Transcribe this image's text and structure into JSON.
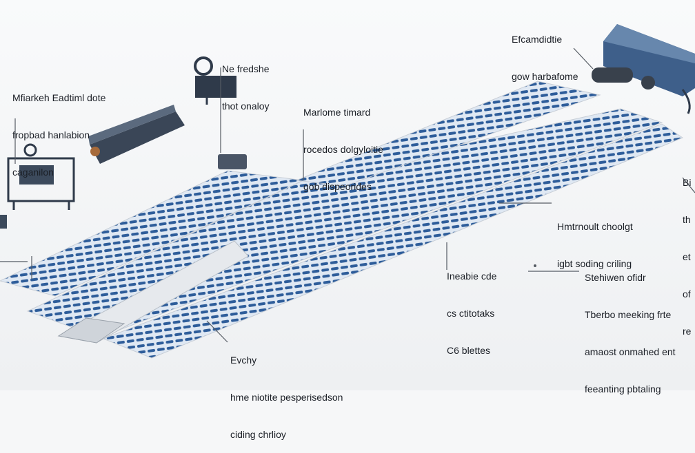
{
  "colors": {
    "background": "#f6f7f8",
    "panel_blue": "#2e5d9a",
    "panel_light": "#dfe8f3",
    "machine_dark": "#2f3a4a",
    "leader_line": "#555b63",
    "text": "#1b1f26"
  },
  "labels": {
    "top_right": [
      "Efcamdidtie",
      "gow harbafome"
    ],
    "top_center_small": [
      "Ne fredshe",
      "thot onaloy"
    ],
    "left_upper": [
      "Mfiarkeh Eadtiml dote",
      "fropbad hanlabion",
      "caganilon"
    ],
    "center_upper": [
      "Marlome timard",
      "rocedos dolgyloitie",
      "gob dispeorides"
    ],
    "right_middle": [
      "Hmtrnoult choolgt",
      "igbt soding criling"
    ],
    "center_lower": [
      "Ineabie cde",
      "cs ctitotaks",
      "C6 blettes"
    ],
    "right_lower": [
      "Stehiwen ofidr",
      "Tberbo meeking frte",
      "amaost onmahed ent",
      "feeanting pbtaling"
    ],
    "bottom_center": [
      "Evchy",
      "hme niotite pesperisedson",
      "ciding chrlioy"
    ],
    "right_edge": [
      "Bi",
      "th",
      "et",
      "of",
      "re"
    ]
  }
}
